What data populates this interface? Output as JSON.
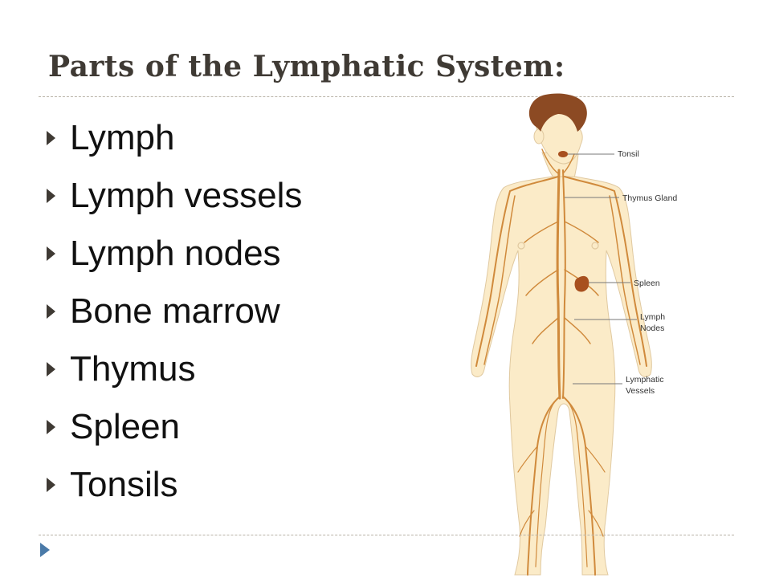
{
  "slide": {
    "title": "Parts of the Lymphatic System:",
    "bullets": [
      "Lymph",
      "Lymph vessels",
      "Lymph nodes",
      "Bone marrow",
      "Thymus",
      "Spleen",
      "Tonsils"
    ]
  },
  "diagram": {
    "labels": {
      "tonsil": "Tonsil",
      "thymus": "Thymus Gland",
      "spleen": "Spleen",
      "nodes_line1": "Lymph",
      "nodes_line2": "Nodes",
      "vessels_line1": "Lymphatic",
      "vessels_line2": "Vessels"
    }
  },
  "colors": {
    "title": "#3f3a34",
    "bullet_marker": "#3f3a34",
    "footer_marker": "#4a7aa8",
    "skin": "#fbebc8",
    "hair": "#8c4a23",
    "vessels": "#d08a3c",
    "organs": "#a8501f"
  },
  "icons": {
    "bullet": "right-triangle-bullet-icon",
    "footer": "right-triangle-footer-icon"
  }
}
